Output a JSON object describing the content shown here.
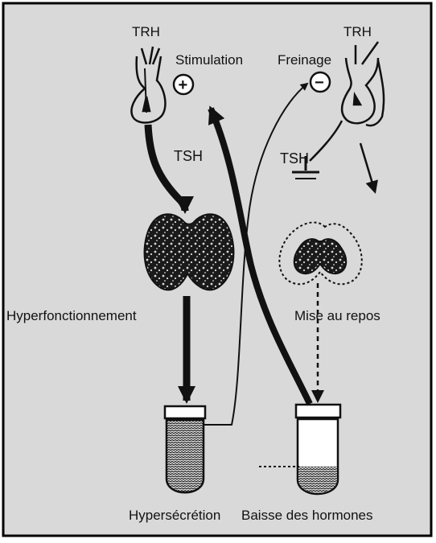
{
  "colors": {
    "background": "#d9d9d9",
    "ink": "#111111",
    "border": "#000000"
  },
  "labels": {
    "trh_left": "TRH",
    "stimulation": "Stimulation",
    "freinage": "Freinage",
    "trh_right": "TRH",
    "tsh_left": "TSH",
    "tsh_right": "TSH",
    "hyperfonctionnement": "Hyperfonctionnement",
    "mise_au_repos": "Mise au repos",
    "hypersecretion": "Hypersécrétion",
    "baisse_des_hormones": "Baisse des hormones",
    "plus_sign": "+",
    "minus_sign": "−"
  }
}
